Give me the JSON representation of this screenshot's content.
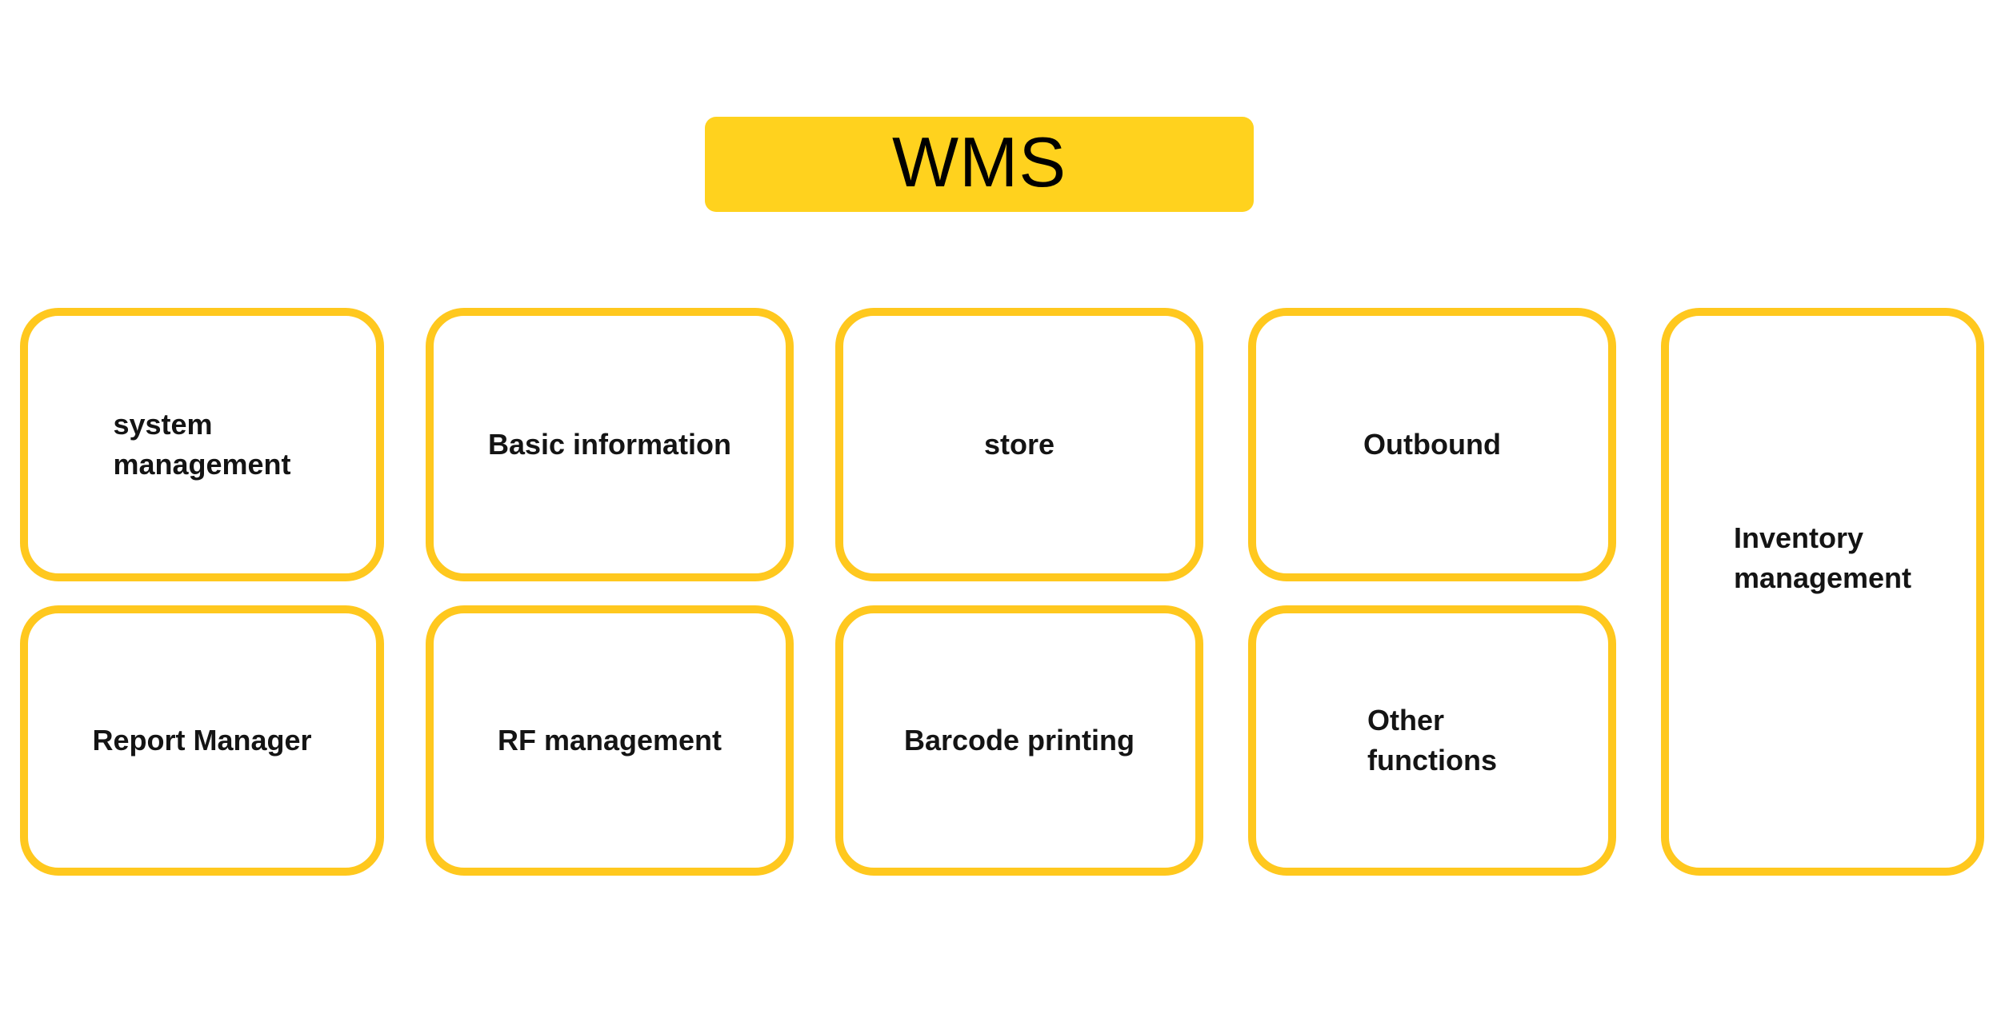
{
  "header": {
    "title": "WMS"
  },
  "colors": {
    "yellow_fill": "#FFD21E",
    "yellow_border": "#FFC81E",
    "text": "#141414",
    "background": "#FFFFFF"
  },
  "nodes": [
    {
      "id": "system-management",
      "label": "system\nmanagement"
    },
    {
      "id": "basic-information",
      "label": "Basic information"
    },
    {
      "id": "store",
      "label": "store"
    },
    {
      "id": "outbound",
      "label": "Outbound"
    },
    {
      "id": "inventory-management",
      "label": "Inventory\nmanagement"
    },
    {
      "id": "report-manager",
      "label": "Report Manager"
    },
    {
      "id": "rf-management",
      "label": "RF management"
    },
    {
      "id": "barcode-printing",
      "label": "Barcode printing"
    },
    {
      "id": "other-functions",
      "label": "Other\nfunctions"
    }
  ]
}
